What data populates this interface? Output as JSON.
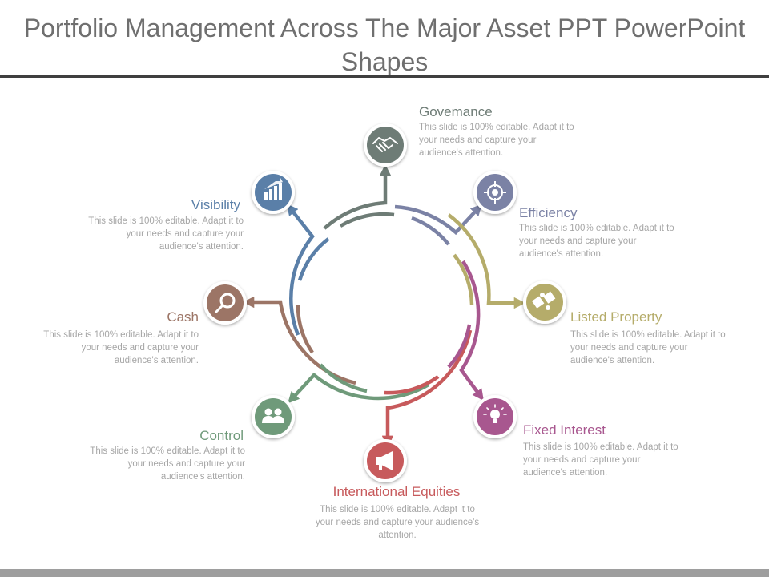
{
  "slide": {
    "title": "Portfolio Management Across The Major Asset PPT PowerPoint Shapes"
  },
  "colors": {
    "governance": "#6e7c76",
    "efficiency": "#7b82a5",
    "listed_property": "#b5ac6a",
    "fixed_interest": "#a8578f",
    "international_equities": "#c75a5c",
    "control": "#6f9a7a",
    "cash": "#9c7566",
    "visibility": "#5a7fa8"
  },
  "items": [
    {
      "key": "governance",
      "title": "Govemance",
      "body": "This slide is 100% editable. Adapt it to your needs and capture your audience's attention.",
      "icon": "handshake-icon"
    },
    {
      "key": "efficiency",
      "title": "Efficiency",
      "body": "This slide is 100% editable. Adapt it to your needs and capture your audience's attention.",
      "icon": "target-icon"
    },
    {
      "key": "listed_property",
      "title": "Listed Property",
      "body": "This slide is 100% editable. Adapt it to your needs and capture your audience's attention.",
      "icon": "puzzle-icon"
    },
    {
      "key": "fixed_interest",
      "title": "Fixed Interest",
      "body": "This slide is 100% editable. Adapt it to your needs and capture your audience's attention.",
      "icon": "lightbulb-icon"
    },
    {
      "key": "international_equities",
      "title": "International Equities",
      "body": "This slide is 100% editable. Adapt it to your needs and capture your audience's attention.",
      "icon": "megaphone-icon"
    },
    {
      "key": "control",
      "title": "Control",
      "body": "This slide is 100% editable. Adapt it to your needs and capture your audience's attention.",
      "icon": "users-icon"
    },
    {
      "key": "cash",
      "title": "Cash",
      "body": "This slide is 100% editable. Adapt it to your needs and capture your audience's attention.",
      "icon": "magnifier-icon"
    },
    {
      "key": "visibility",
      "title": "Visibility",
      "body": "This slide is 100% editable. Adapt it to your needs and capture your audience's attention.",
      "icon": "bar-chart-icon"
    }
  ]
}
